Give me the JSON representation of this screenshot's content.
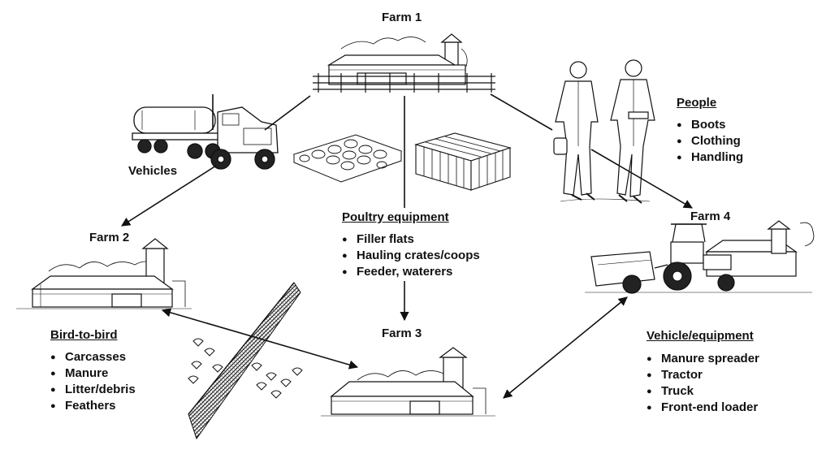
{
  "nodes": {
    "farm1": "Farm 1",
    "farm2": "Farm 2",
    "farm3": "Farm 3",
    "farm4": "Farm 4"
  },
  "vehicles": {
    "label": "Vehicles"
  },
  "people": {
    "title": "People",
    "items": [
      "Boots",
      "Clothing",
      "Handling"
    ]
  },
  "poultry_equipment": {
    "title": "Poultry equipment",
    "items": [
      "Filler flats",
      "Hauling crates/coops",
      "Feeder, waterers"
    ]
  },
  "bird_to_bird": {
    "title": "Bird-to-bird",
    "items": [
      "Carcasses",
      "Manure",
      "Litter/debris",
      "Feathers"
    ]
  },
  "vehicle_equipment": {
    "title": "Vehicle/equipment",
    "items": [
      "Manure spreader",
      "Tractor",
      "Truck",
      "Front-end loader"
    ]
  },
  "icons": [
    "barn-illustration",
    "tanker-truck-illustration",
    "egg-flat-illustration",
    "poultry-crate-illustration",
    "people-illustration",
    "tractor-spreader-illustration",
    "fence-illustration",
    "birds-illustration"
  ],
  "colors": {
    "ink": "#111111",
    "background": "#ffffff"
  }
}
